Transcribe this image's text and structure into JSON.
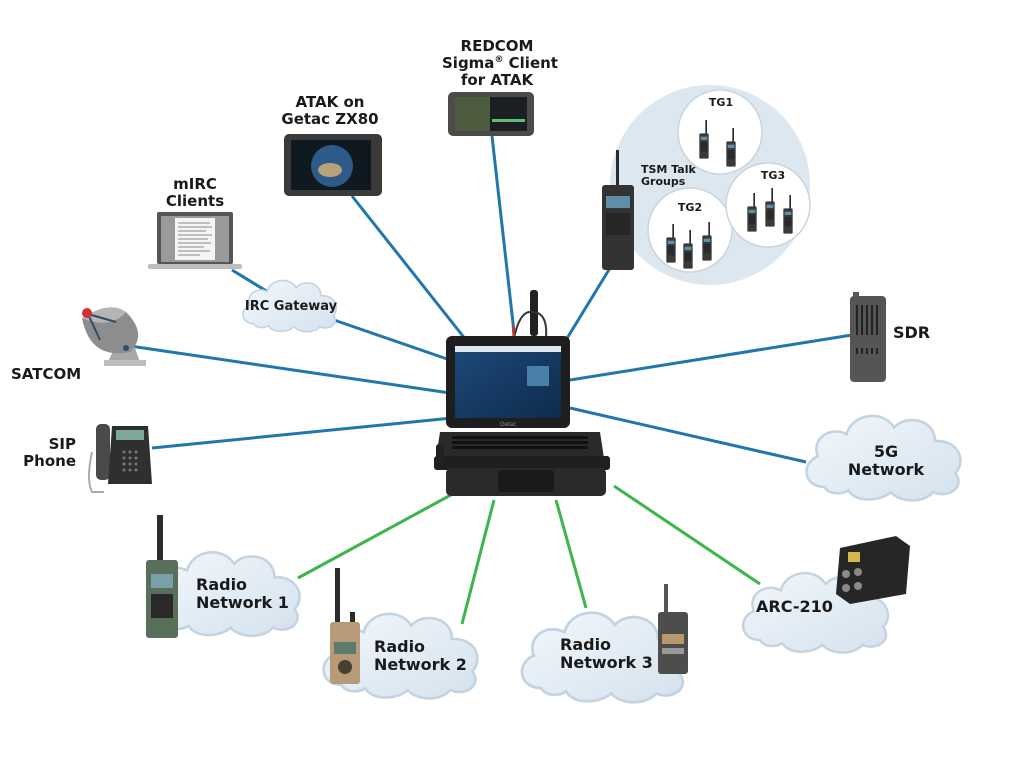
{
  "diagram": {
    "title": "",
    "colors": {
      "ip_link": "#1f77ad",
      "radio_link": "#3cb54a",
      "cloud_fill": "#e3edf5",
      "cloud_stroke": "#c3d3e0",
      "device_dark": "#2b2b2b",
      "talkgroup_fill": "#dde7ef"
    },
    "hub": {
      "name": "Getac rugged laptop hub",
      "brand_text": "Getac"
    },
    "nodes": {
      "redcom": {
        "line1": "REDCOM",
        "line2a": "Sigma",
        "line2_reg": "®",
        "line2b": " Client",
        "line3": "for ATAK"
      },
      "atak": {
        "line1": "ATAK on",
        "line2": "Getac ZX80"
      },
      "mirc": {
        "line1": "mIRC",
        "line2": "Clients"
      },
      "irc_gateway": {
        "label": "IRC Gateway"
      },
      "satcom": {
        "label": "SATCOM"
      },
      "sip_phone": {
        "line1": "SIP",
        "line2": "Phone"
      },
      "tsm": {
        "line1": "TSM Talk",
        "line2": "Groups"
      },
      "talk_groups": [
        {
          "label": "TG1",
          "radios": 2
        },
        {
          "label": "TG2",
          "radios": 3
        },
        {
          "label": "TG3",
          "radios": 3
        }
      ],
      "sdr": {
        "label": "SDR"
      },
      "network_5g": {
        "line1": "5G",
        "line2": "Network"
      },
      "arc210": {
        "label": "ARC-210"
      },
      "radio_net_1": {
        "line1": "Radio",
        "line2": "Network 1"
      },
      "radio_net_2": {
        "line1": "Radio",
        "line2": "Network 2"
      },
      "radio_net_3": {
        "line1": "Radio",
        "line2": "Network 3"
      }
    },
    "links": [
      {
        "from": "hub",
        "to": "redcom",
        "type": "ip"
      },
      {
        "from": "hub",
        "to": "atak",
        "type": "ip"
      },
      {
        "from": "hub",
        "to": "irc_gateway",
        "type": "ip"
      },
      {
        "from": "irc_gateway",
        "to": "mirc",
        "type": "ip"
      },
      {
        "from": "hub",
        "to": "satcom",
        "type": "ip"
      },
      {
        "from": "hub",
        "to": "sip_phone",
        "type": "ip"
      },
      {
        "from": "hub",
        "to": "tsm",
        "type": "ip"
      },
      {
        "from": "hub",
        "to": "sdr",
        "type": "ip"
      },
      {
        "from": "hub",
        "to": "network_5g",
        "type": "ip"
      },
      {
        "from": "hub",
        "to": "radio_net_1",
        "type": "radio"
      },
      {
        "from": "hub",
        "to": "radio_net_2",
        "type": "radio"
      },
      {
        "from": "hub",
        "to": "radio_net_3",
        "type": "radio"
      },
      {
        "from": "hub",
        "to": "arc210",
        "type": "radio"
      }
    ]
  }
}
